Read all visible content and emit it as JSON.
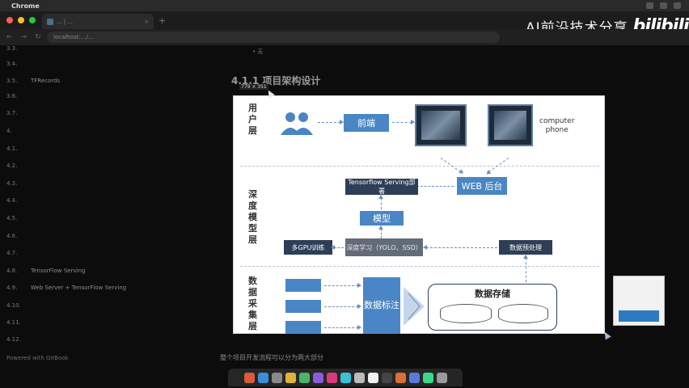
{
  "menubar": {
    "app": "Chrome"
  },
  "browser": {
    "tab_title": "... | ...",
    "url": "localhost:.../..."
  },
  "brand": {
    "text": "AI前沿技术分享",
    "logo": "bilibili"
  },
  "sidebar": {
    "items": [
      {
        "num": "3.3.",
        "label": ""
      },
      {
        "num": "3.4.",
        "label": ""
      },
      {
        "num": "3.5.",
        "label": "TFRecords"
      },
      {
        "num": "3.6.",
        "label": ""
      },
      {
        "num": "3.7.",
        "label": ""
      },
      {
        "num": "4.",
        "label": ""
      },
      {
        "num": "4.1.",
        "label": ""
      },
      {
        "num": "4.2.",
        "label": ""
      },
      {
        "num": "4.3.",
        "label": ""
      },
      {
        "num": "4.4.",
        "label": ""
      },
      {
        "num": "4.5.",
        "label": ""
      },
      {
        "num": "4.6.",
        "label": ""
      },
      {
        "num": "4.7.",
        "label": ""
      },
      {
        "num": "4.8.",
        "label": "TensorFlow Serving"
      },
      {
        "num": "4.9.",
        "label": "Web Server + TensorFlow Serving"
      },
      {
        "num": "4.10.",
        "label": ""
      },
      {
        "num": "4.11.",
        "label": ""
      },
      {
        "num": "4.12.",
        "label": ""
      }
    ],
    "powered": "Powered with GitBook"
  },
  "content": {
    "bullet": "• 无",
    "heading": "4.1.1 项目架构设计",
    "dim_tag": "779 × 351",
    "caption": "整个项目开发流程可以分为两大部分"
  },
  "diagram": {
    "layers": {
      "user": "用户层",
      "model": "深度模型层",
      "data": "数据采集层"
    },
    "frontend": "前端",
    "devices": "computer\nphone",
    "web": "WEB 后台",
    "serving": "Tensorflow Serving部署",
    "model_box": "模型",
    "gpu": "多GPU训练",
    "detect": "深度学习（YOLO、SSD）",
    "preprocess": "数据预处理",
    "label": "数据标注",
    "sources": [
      "",
      "",
      ""
    ],
    "storage_title": "数据存储",
    "storage_a": "",
    "storage_b": ""
  },
  "thumbnail": {
    "caption": ""
  },
  "colors": {
    "box_blue": "#4a86c5",
    "box_dark": "#2e3e56",
    "box_grey": "#626b78"
  }
}
